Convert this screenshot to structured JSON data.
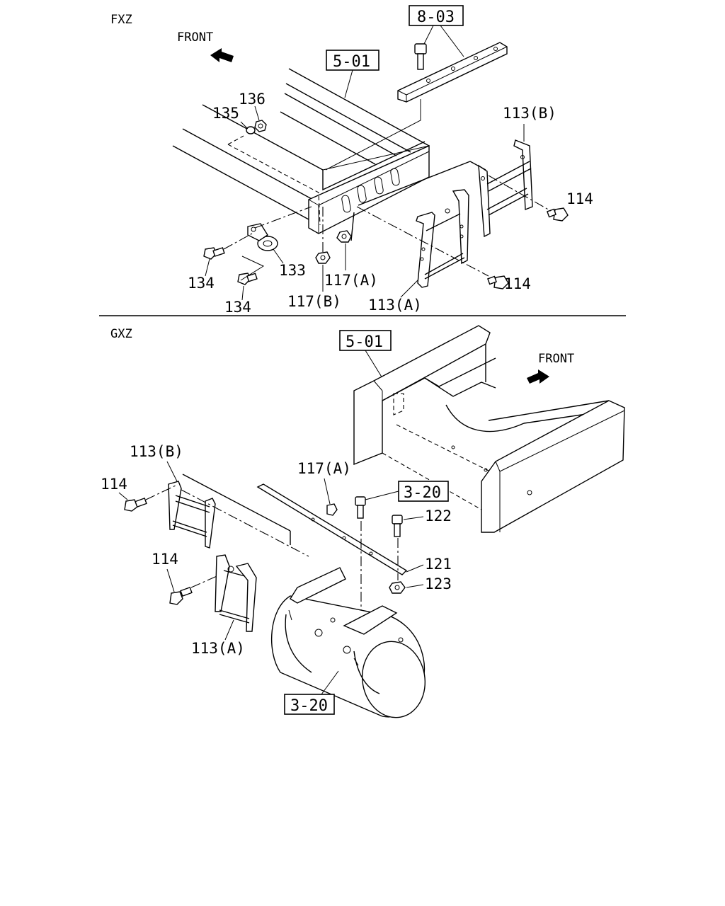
{
  "sections": {
    "top": {
      "name": "FXZ",
      "front_label": "FRONT",
      "refs": {
        "r803": "8-03",
        "r501": "5-01"
      },
      "labels": {
        "l136": "136",
        "l135": "135",
        "l113b": "113(B)",
        "l114a": "114",
        "l114b": "114",
        "l134a": "134",
        "l134b": "134",
        "l133": "133",
        "l117a": "117(A)",
        "l117b": "117(B)",
        "l113a": "113(A)"
      }
    },
    "bottom": {
      "name": "GXZ",
      "front_label": "FRONT",
      "refs": {
        "r501": "5-01",
        "r320a": "3-20",
        "r320b": "3-20"
      },
      "labels": {
        "l113b": "113(B)",
        "l114a": "114",
        "l117a": "117(A)",
        "l122": "122",
        "l121": "121",
        "l123": "123",
        "l114b": "114",
        "l113a": "113(A)"
      }
    }
  }
}
